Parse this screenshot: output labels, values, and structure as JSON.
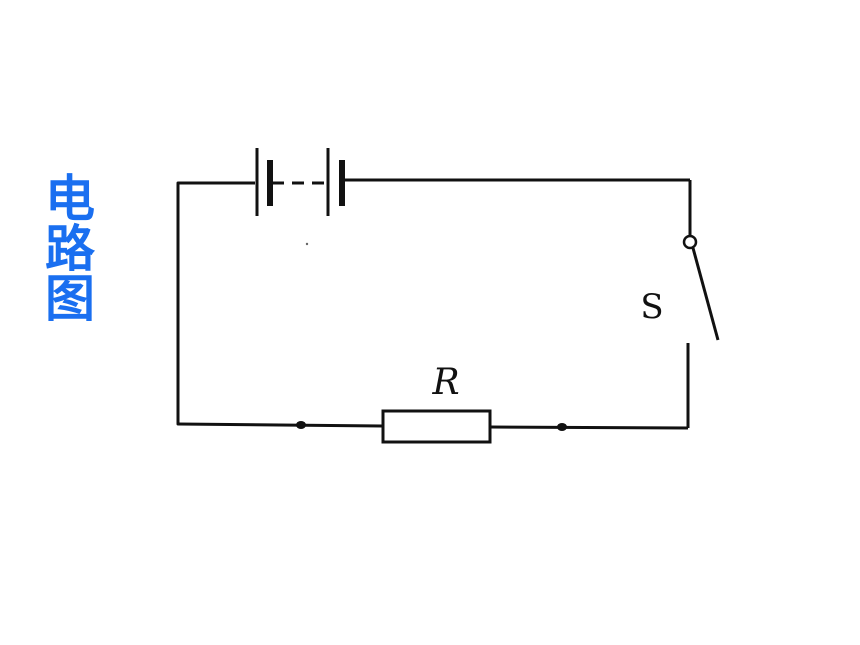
{
  "title": "电路图",
  "labels": {
    "switch": "S",
    "resistor": "R"
  },
  "colors": {
    "title": "#1a6ff0",
    "wire": "#111111",
    "background": "#ffffff"
  }
}
